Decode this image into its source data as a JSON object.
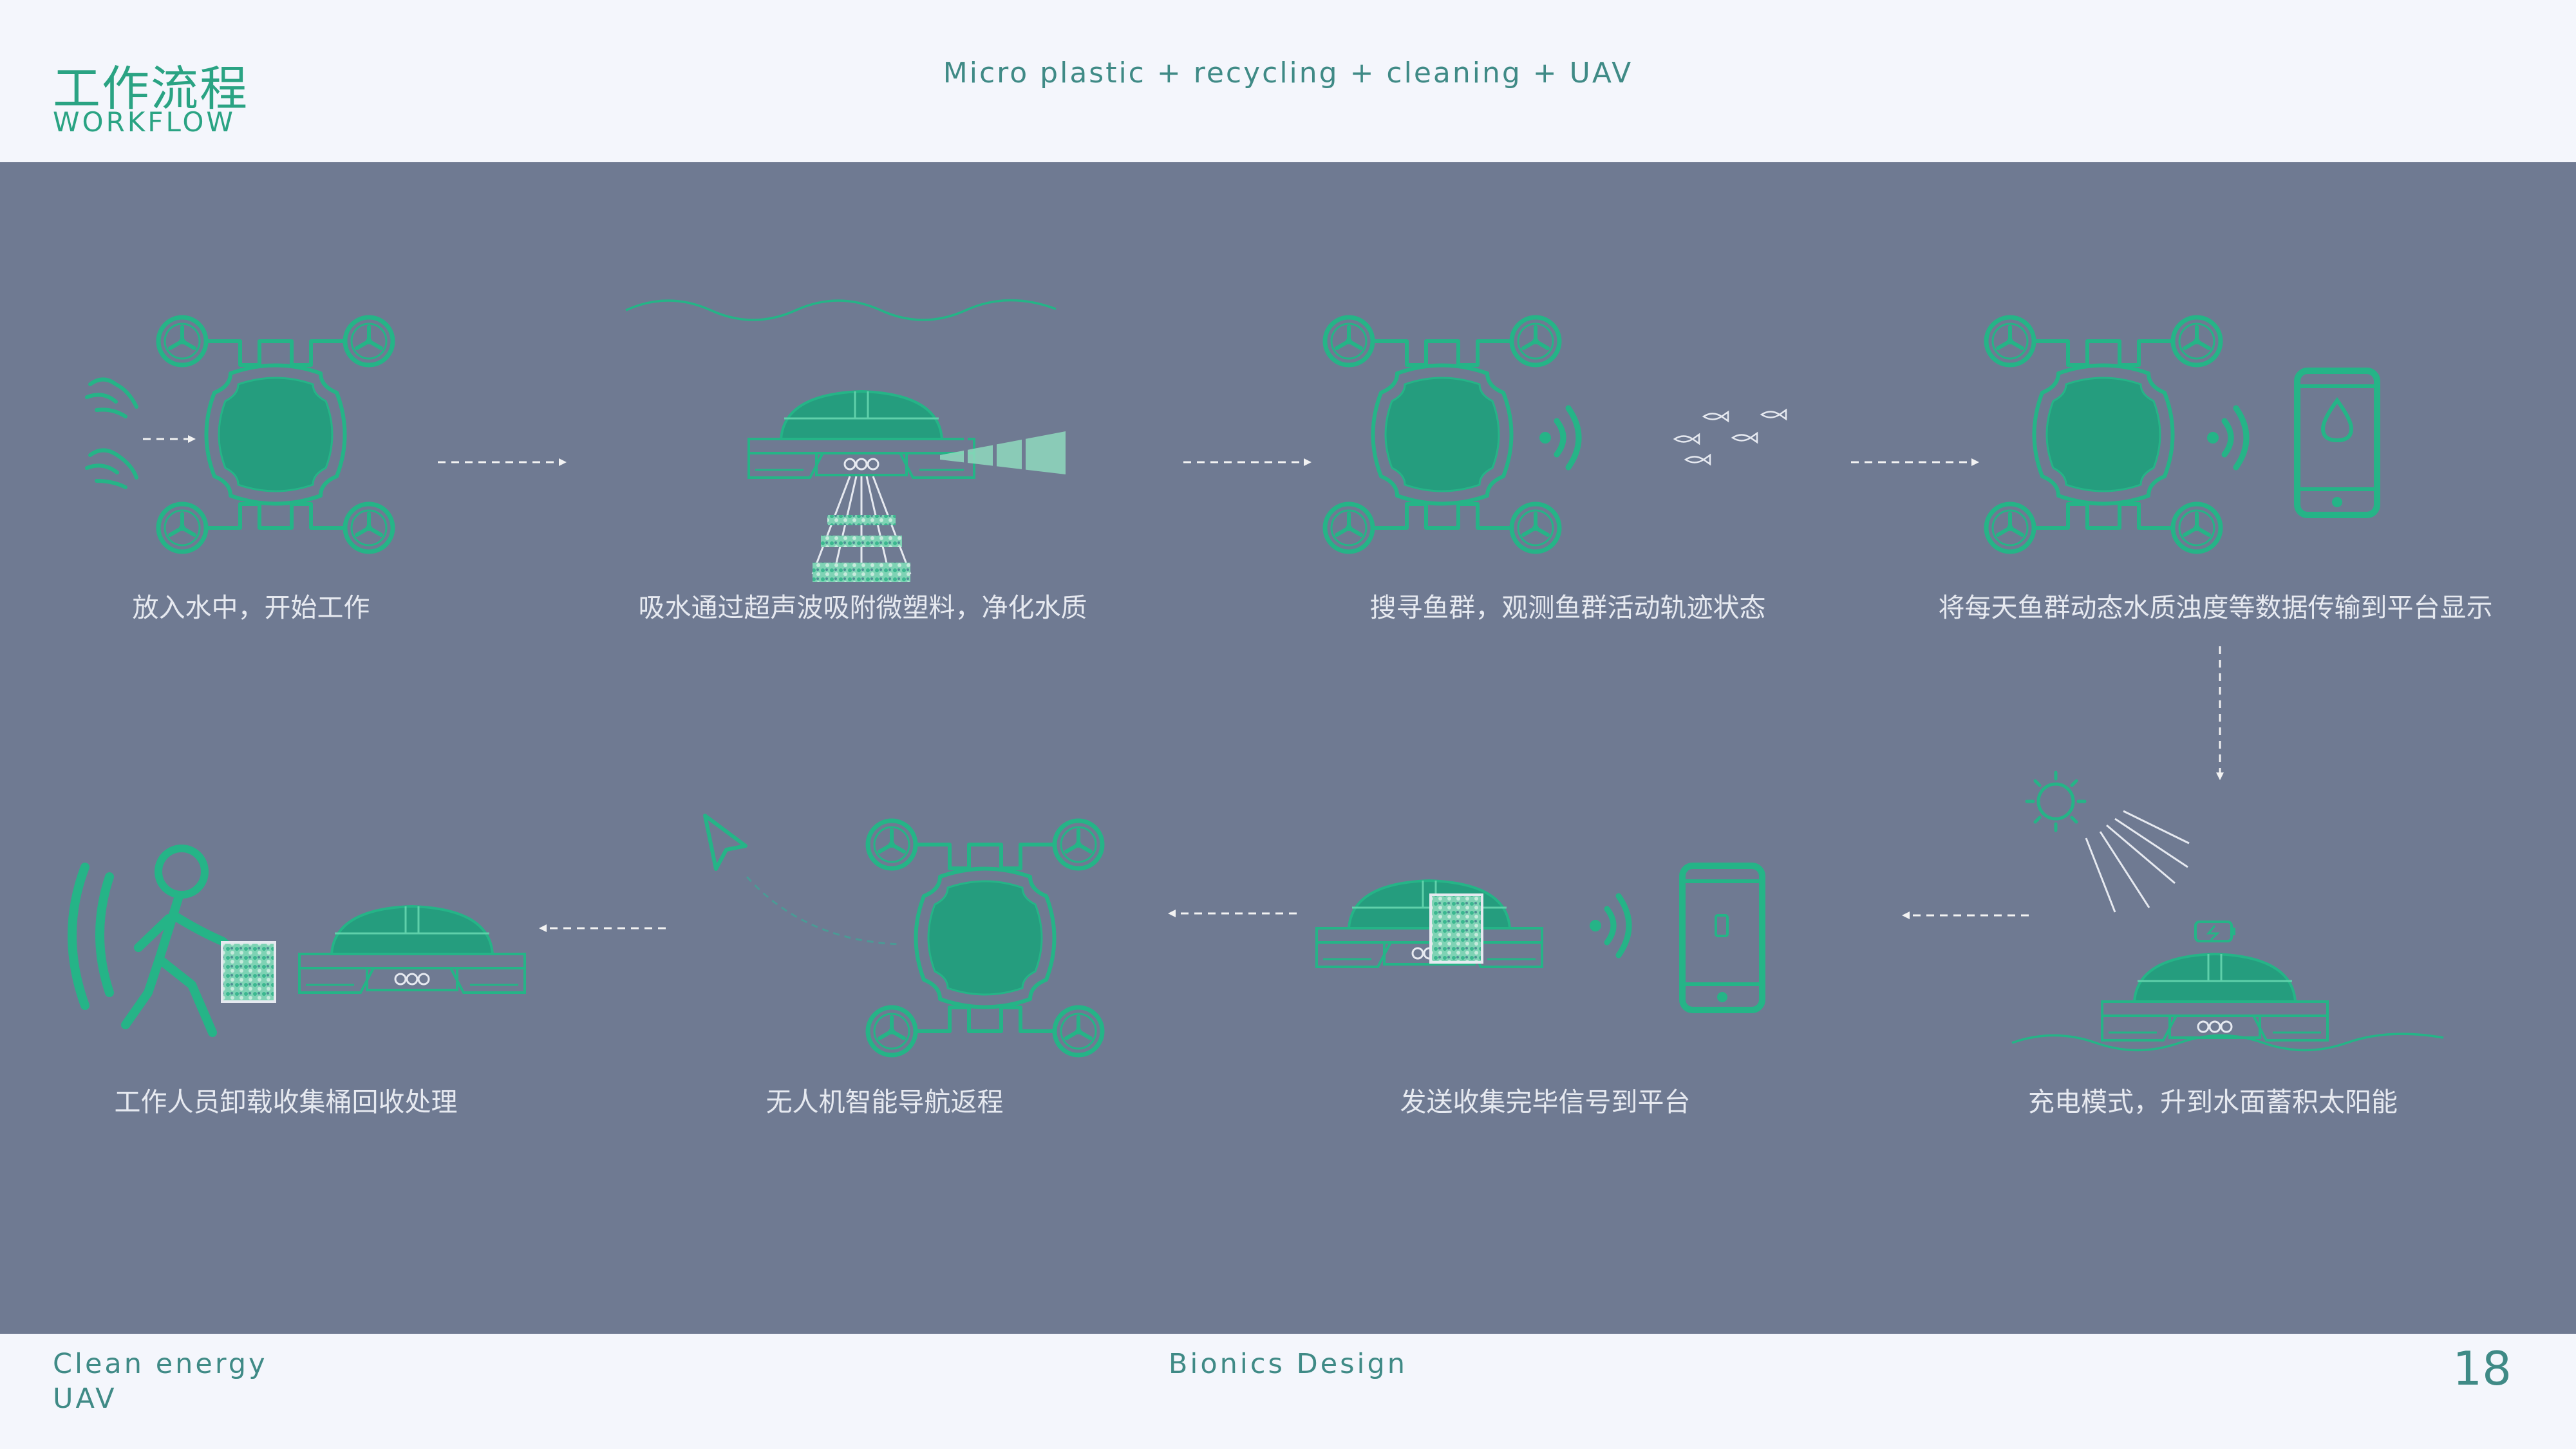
{
  "header": {
    "title_cn": "工作流程",
    "title_en": "WORKFLOW",
    "subtitle": "Micro plastic + recycling + cleaning + UAV"
  },
  "steps": [
    {
      "caption": "放入水中，开始工作"
    },
    {
      "caption": "吸水通过超声波吸附微塑料，净化水质"
    },
    {
      "caption": "搜寻鱼群，观测鱼群活动轨迹状态"
    },
    {
      "caption": "将每天鱼群动态水质浊度等数据传输到平台显示"
    },
    {
      "caption": "充电模式，升到水面蓄积太阳能"
    },
    {
      "caption": "发送收集完毕信号到平台"
    },
    {
      "caption": "无人机智能导航返程"
    },
    {
      "caption": "工作人员卸载收集桶回收处理"
    }
  ],
  "footer": {
    "left_line1": "Clean energy",
    "left_line2": "UAV",
    "center": "Bionics Design",
    "page_number": "18"
  },
  "colors": {
    "accent": "#25b487",
    "panel": "#6f7a92",
    "background": "#f4f6fc",
    "header_text": "#2aa383"
  }
}
